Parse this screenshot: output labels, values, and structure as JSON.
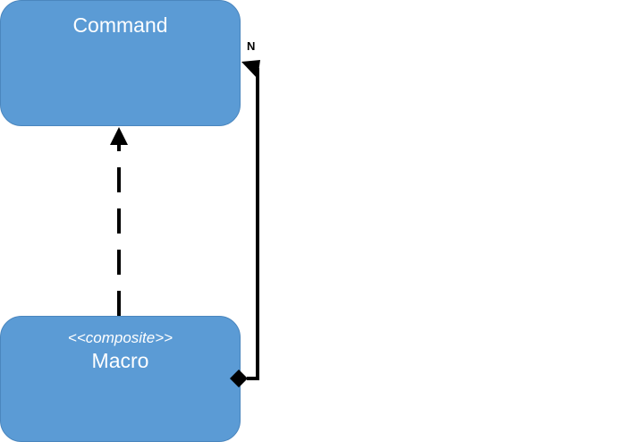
{
  "diagram": {
    "nodes": [
      {
        "id": "command",
        "label": "Command",
        "color": "#5b9bd5"
      },
      {
        "id": "macro",
        "stereotype": "<<composite>>",
        "label": "Macro",
        "color": "#5b9bd5"
      }
    ],
    "edges": [
      {
        "from": "macro",
        "to": "command",
        "type": "realization",
        "style": "dashed",
        "arrowhead": "filled-triangle"
      },
      {
        "from": "macro",
        "to": "command",
        "type": "composition",
        "style": "solid",
        "source_end": "filled-diamond",
        "arrowhead": "filled-triangle",
        "multiplicity": "N"
      }
    ],
    "line_color": "#000000",
    "text_color": "#ffffff"
  }
}
